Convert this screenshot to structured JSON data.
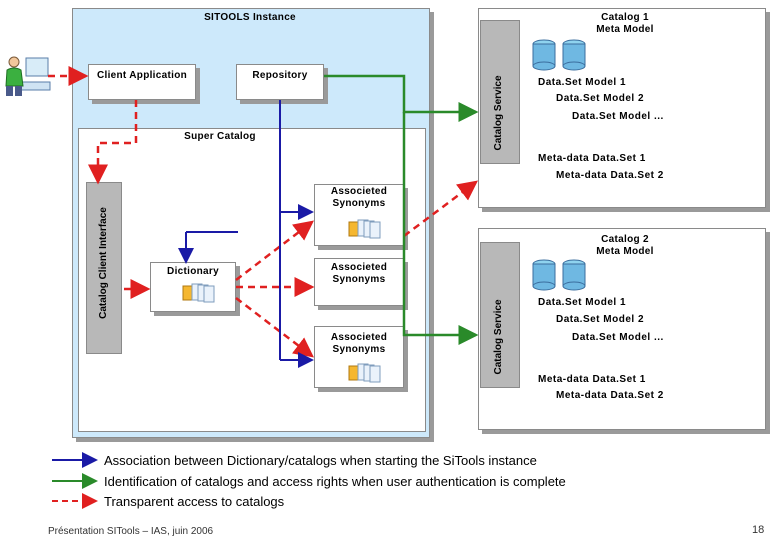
{
  "instance": {
    "title": "SITOOLS Instance"
  },
  "client_app": {
    "label": "Client Application"
  },
  "repository": {
    "label": "Repository"
  },
  "super_catalog": {
    "label": "Super Catalog"
  },
  "client_interface": {
    "label": "Catalog Client Interface"
  },
  "dictionary": {
    "label": "Dictionary"
  },
  "synonyms": [
    {
      "label": "Associeted\nSynonyms"
    },
    {
      "label": "Associeted\nSynonyms"
    },
    {
      "label": "Associeted\nSynonyms"
    }
  ],
  "catalog1": {
    "title": "Catalog 1\nMeta Model",
    "service": "Catalog Service",
    "datasets": [
      "Data.Set Model 1",
      "Data.Set Model 2",
      "Data.Set Model ..."
    ],
    "metadata": [
      "Meta-data Data.Set 1",
      "Meta-data Data.Set 2"
    ]
  },
  "catalog2": {
    "title": "Catalog 2\nMeta Model",
    "service": "Catalog Service",
    "datasets": [
      "Data.Set Model 1",
      "Data.Set Model 2",
      "Data.Set Model ..."
    ],
    "metadata": [
      "Meta-data Data.Set 1",
      "Meta-data Data.Set 2"
    ]
  },
  "legend": [
    {
      "text": "Association between Dictionary/catalogs when starting the SiTools instance",
      "color": "#1a1aa6",
      "style": "solid"
    },
    {
      "text": "Identification of catalogs and access rights when user authentication is complete",
      "color": "#2a8a2a",
      "style": "solid"
    },
    {
      "text": "Transparent access to catalogs",
      "color": "#e02020",
      "style": "dashed"
    }
  ],
  "footer": {
    "caption": "Présentation SITools – IAS, juin 2006",
    "page": "18"
  }
}
